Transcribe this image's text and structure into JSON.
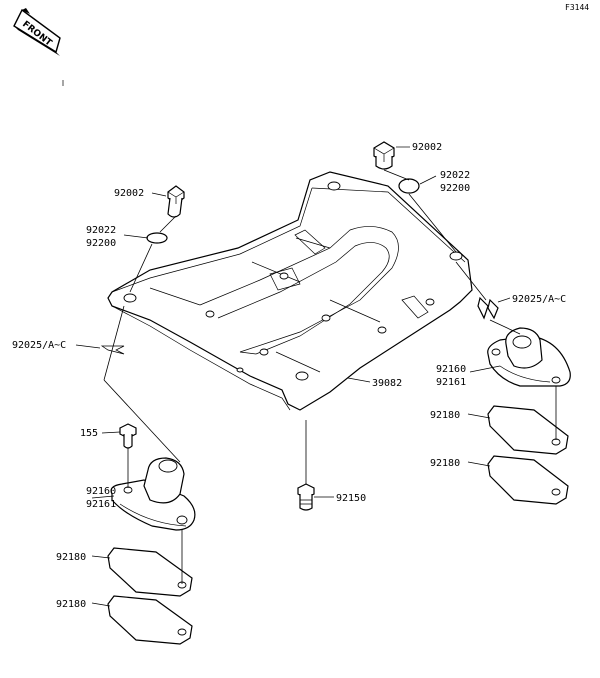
{
  "figure_id": "F3144",
  "front_label": "FRONT",
  "callouts": [
    "92002",
    "92022",
    "92200",
    "92002",
    "92022",
    "92200",
    "92025/A~C",
    "92025/A~C",
    "39082",
    "92160",
    "92161",
    "155",
    "92180",
    "92180",
    "92150",
    "92160",
    "92161",
    "92180",
    "92180"
  ]
}
